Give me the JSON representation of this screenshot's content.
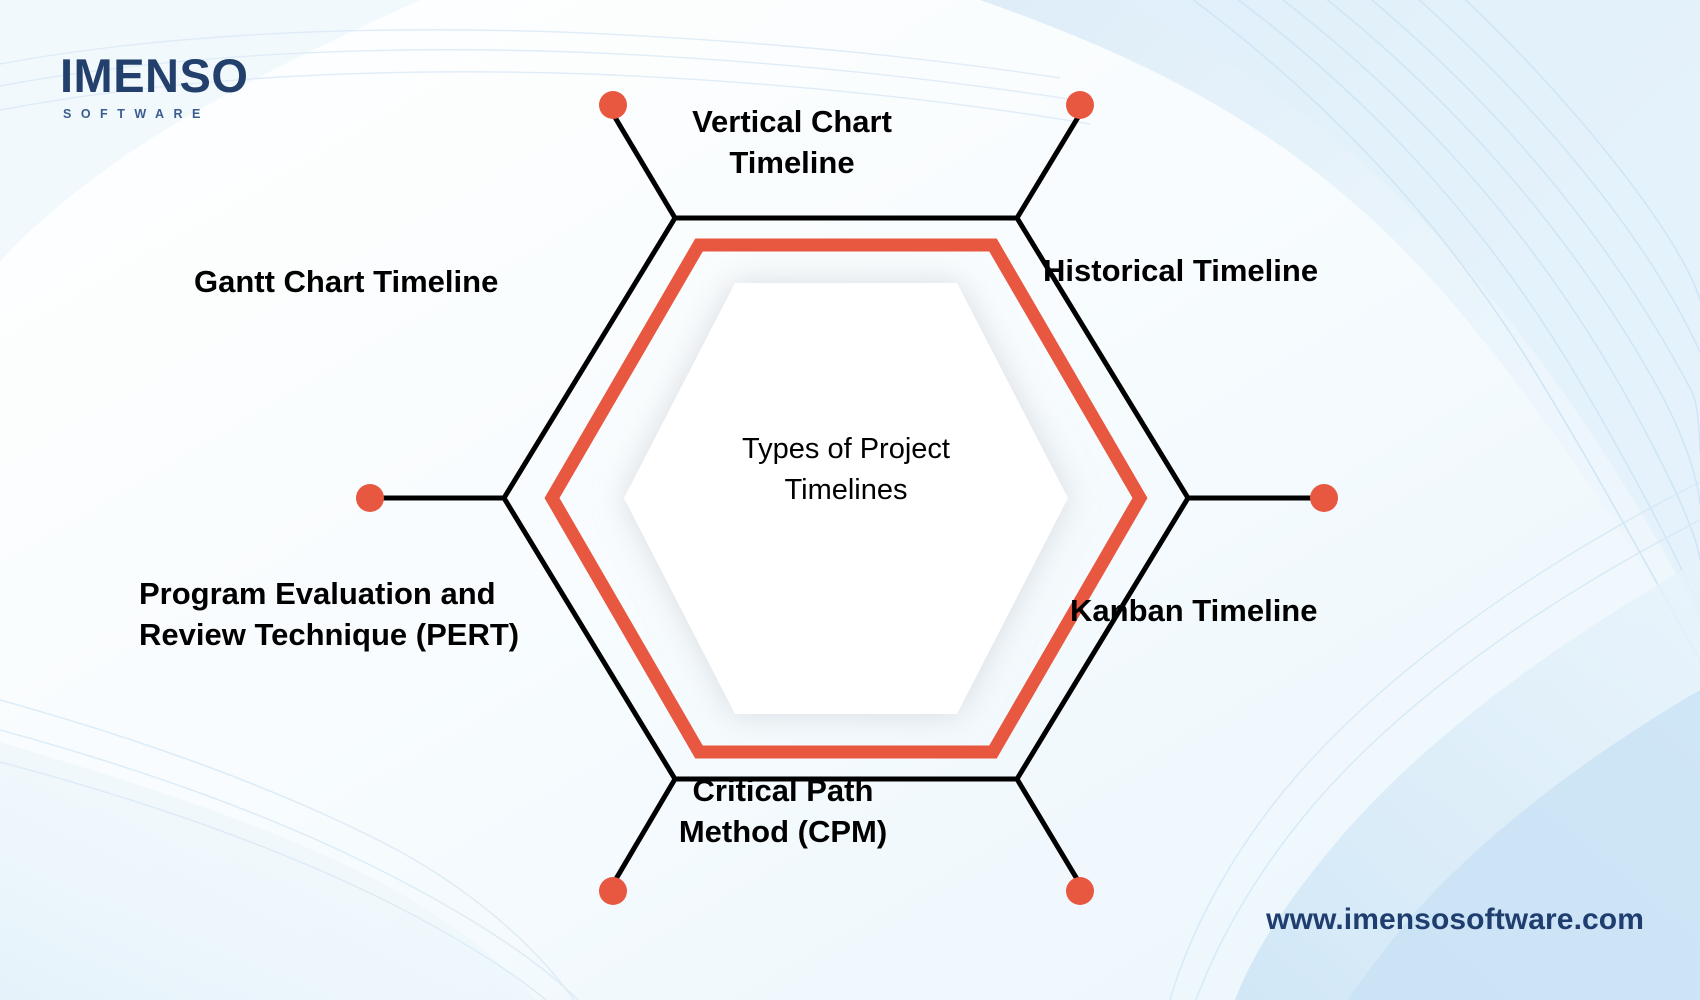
{
  "brand": {
    "logo_word": "IMENSO",
    "logo_sub": "SOFTWARE",
    "url": "www.imensosoftware.com",
    "navy": "#23406c",
    "accent_orange": "#e8573f",
    "outline_black": "#000000",
    "bg_light_blue": "#eaf4fb"
  },
  "diagram": {
    "center_title": "Types of Project\nTimelines",
    "shape": "hexagon",
    "node_count": 6,
    "nodes": [
      {
        "id": "vertical",
        "label": "Vertical Chart\nTimeline",
        "position": "top"
      },
      {
        "id": "historical",
        "label": "Historical Timeline",
        "position": "top-right"
      },
      {
        "id": "kanban",
        "label": "Kanban Timeline",
        "position": "bottom-right"
      },
      {
        "id": "cpm",
        "label": "Critical Path\nMethod (CPM)",
        "position": "bottom"
      },
      {
        "id": "pert",
        "label": "Program Evaluation and\nReview Technique (PERT)",
        "position": "bottom-left"
      },
      {
        "id": "gantt",
        "label": "Gantt Chart Timeline",
        "position": "top-left"
      }
    ]
  },
  "chart_data": {
    "type": "diagram",
    "title": "Types of Project Timelines",
    "categories": [
      "Vertical Chart Timeline",
      "Historical Timeline",
      "Kanban Timeline",
      "Critical Path Method (CPM)",
      "Program Evaluation and Review Technique (PERT)",
      "Gantt Chart Timeline"
    ],
    "values": [
      1,
      1,
      1,
      1,
      1,
      1
    ],
    "legend": []
  }
}
